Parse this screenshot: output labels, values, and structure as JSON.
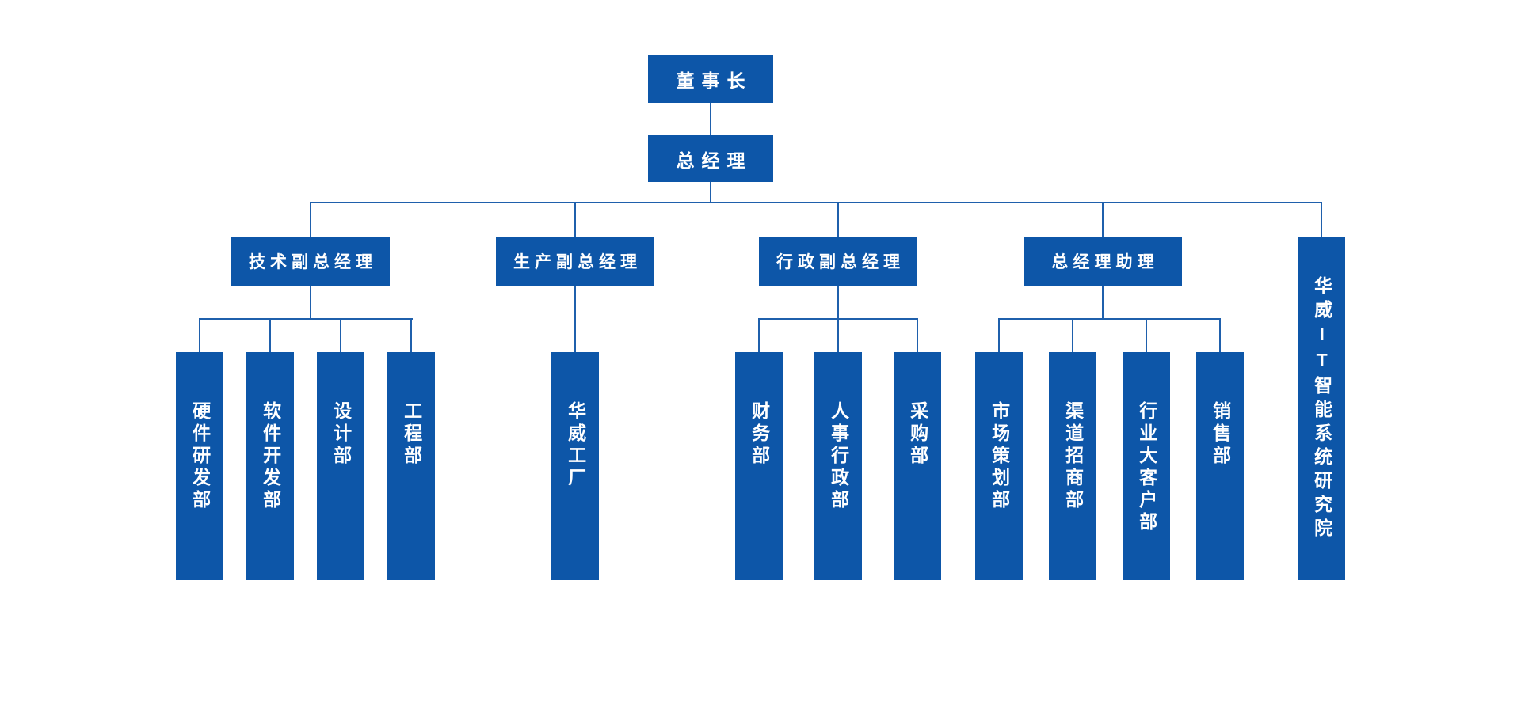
{
  "nodes": {
    "chairman": {
      "label": "董事长"
    },
    "general_manager": {
      "label": "总经理"
    },
    "vps": [
      {
        "label": "技术副总经理"
      },
      {
        "label": "生产副总经理"
      },
      {
        "label": "行政副总经理"
      },
      {
        "label": "总经理助理"
      }
    ],
    "departments": [
      {
        "label": "硬件研发部"
      },
      {
        "label": "软件开发部"
      },
      {
        "label": "设计部"
      },
      {
        "label": "工程部"
      },
      {
        "label": "华威工厂"
      },
      {
        "label": "财务部"
      },
      {
        "label": "人事行政部"
      },
      {
        "label": "采购部"
      },
      {
        "label": "市场策划部"
      },
      {
        "label": "渠道招商部"
      },
      {
        "label": "行业大客户部"
      },
      {
        "label": "销售部"
      }
    ],
    "research_institute": {
      "label": "华威IT智能系统研究院"
    }
  },
  "hierarchy": {
    "董事长": [
      "总经理"
    ],
    "总经理": [
      "技术副总经理",
      "生产副总经理",
      "行政副总经理",
      "总经理助理",
      "华威IT智能系统研究院"
    ],
    "技术副总经理": [
      "硬件研发部",
      "软件开发部",
      "设计部",
      "工程部"
    ],
    "生产副总经理": [
      "华威工厂"
    ],
    "行政副总经理": [
      "财务部",
      "人事行政部",
      "采购部"
    ],
    "总经理助理": [
      "市场策划部",
      "渠道招商部",
      "行业大客户部",
      "销售部"
    ]
  },
  "colors": {
    "box": "#0d56a8",
    "line": "#1f60ac",
    "text": "#ffffff",
    "background": "#ffffff"
  }
}
